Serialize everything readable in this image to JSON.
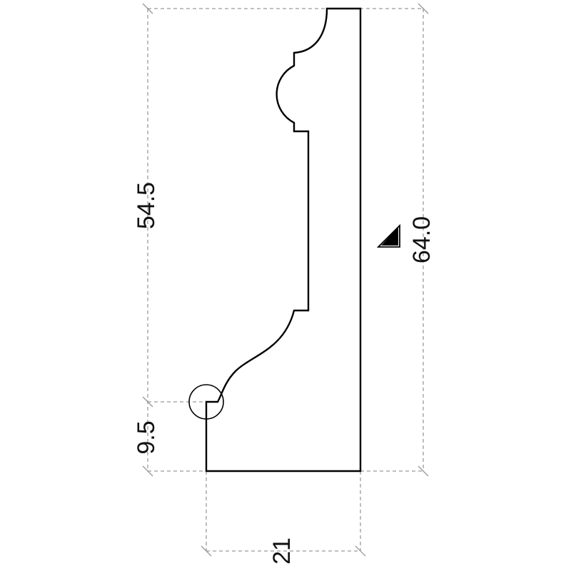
{
  "drawing": {
    "dimensions": {
      "upper_height": "54.5",
      "lower_height": "9.5",
      "total_height": "64.0",
      "width": "21"
    },
    "symbols": {
      "datum": "triangle-datum-icon",
      "detail": "detail-circle-icon"
    },
    "colors": {
      "profile": "#000000",
      "dimension_lines": "#9a9a9a",
      "text": "#111111",
      "background": "#ffffff"
    }
  }
}
